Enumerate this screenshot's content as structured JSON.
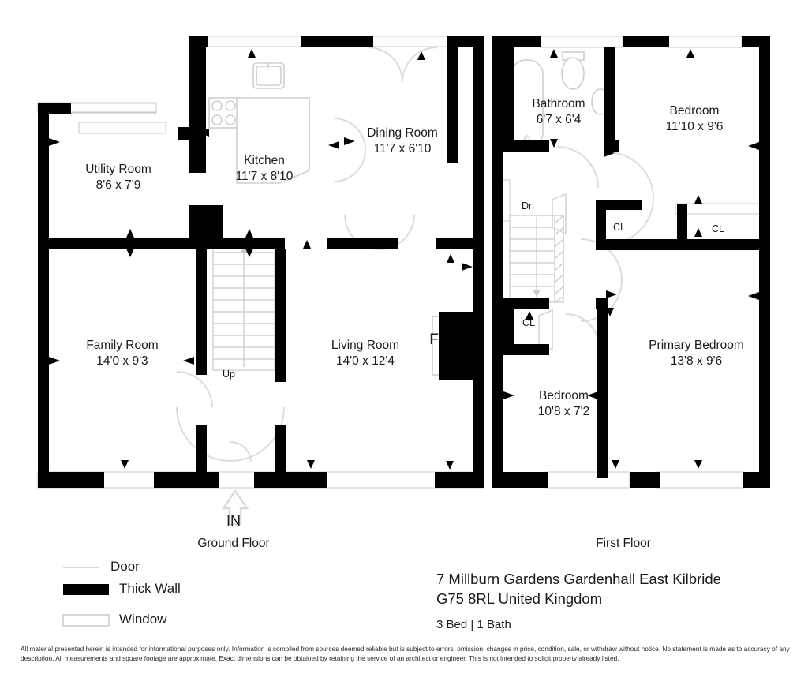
{
  "document": {
    "type": "real-estate-floor-plan",
    "address_line1": "7 Millburn Gardens Gardenhall East Kilbride",
    "address_line2": "G75 8RL United Kingdom",
    "summary": "3 Bed | 1 Bath",
    "disclaimer": "All material presented herein is intended for informational purposes only. Information is compiled from sources deemed reliable but is subject to errors, omission, changes in price, condition, sale, or withdraw without notice. No statement is made as to accuracy of any description. All measurements and square footage are approximate. Exact dimensions can be obtained by retaining the service of an architect or engineer. This is not intended to solicit property already listed."
  },
  "legend": {
    "door": "Door",
    "thick_wall": "Thick Wall",
    "window": "Window"
  },
  "floors": [
    {
      "id": "ground",
      "label": "Ground Floor",
      "entry_label": "IN",
      "rooms": [
        {
          "name": "Utility Room",
          "dimensions": "8'6 x 7'9"
        },
        {
          "name": "Kitchen",
          "dimensions": "11'7 x 8'10"
        },
        {
          "name": "Dining Room",
          "dimensions": "11'7 x 6'10"
        },
        {
          "name": "Family Room",
          "dimensions": "14'0 x 9'3"
        },
        {
          "name": "Living Room",
          "dimensions": "14'0 x 12'4"
        }
      ],
      "markers": [
        {
          "text": "Up",
          "meaning": "stairs-up"
        },
        {
          "text": "F",
          "meaning": "fireplace"
        }
      ]
    },
    {
      "id": "first",
      "label": "First Floor",
      "rooms": [
        {
          "name": "Bathroom",
          "dimensions": "6'7 x 6'4"
        },
        {
          "name": "Bedroom",
          "dimensions": "11'10 x 9'6"
        },
        {
          "name": "Primary Bedroom",
          "dimensions": "13'8 x 9'6"
        },
        {
          "name": "Bedroom",
          "dimensions": "10'8 x 7'2"
        }
      ],
      "markers": [
        {
          "text": "Dn",
          "meaning": "stairs-down"
        },
        {
          "text": "CL",
          "meaning": "closet"
        },
        {
          "text": "CL",
          "meaning": "closet"
        },
        {
          "text": "CL",
          "meaning": "closet"
        }
      ]
    }
  ],
  "colors": {
    "wall": "#000000",
    "fixture": "#cccccc",
    "window": "#e8e8e8",
    "door_arc": "#dddddd",
    "text": "#1a1a1a"
  }
}
